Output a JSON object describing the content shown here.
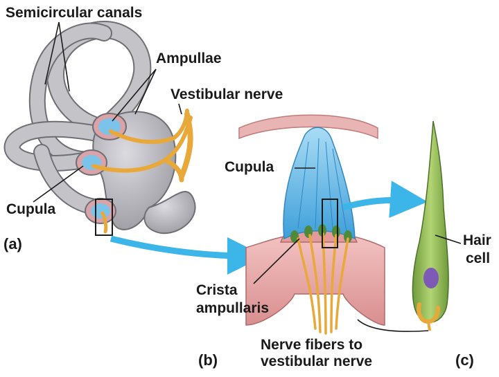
{
  "labels": {
    "semicircular_canals": "Semicircular canals",
    "ampullae": "Ampullae",
    "vestibular_nerve": "Vestibular nerve",
    "cupula_a": "Cupula",
    "cupula_b": "Cupula",
    "crista_line1": "Crista",
    "crista_line2": "ampullaris",
    "hair_line1": "Hair",
    "hair_line2": "cell",
    "nerve_fibers_line1": "Nerve fibers to",
    "nerve_fibers_line2": "vestibular nerve"
  },
  "panels": {
    "a": "(a)",
    "b": "(b)",
    "c": "(c)"
  },
  "colors": {
    "canal": "#b9b8bd",
    "canal_outline": "#6f6e75",
    "cupula": "#5fb4e4",
    "nerve": "#e8a83a",
    "tissue": "#e8a6a6",
    "arrow": "#3cb5e8",
    "hair_cell": "#9cc25a",
    "nucleus": "#7d5ab5"
  }
}
